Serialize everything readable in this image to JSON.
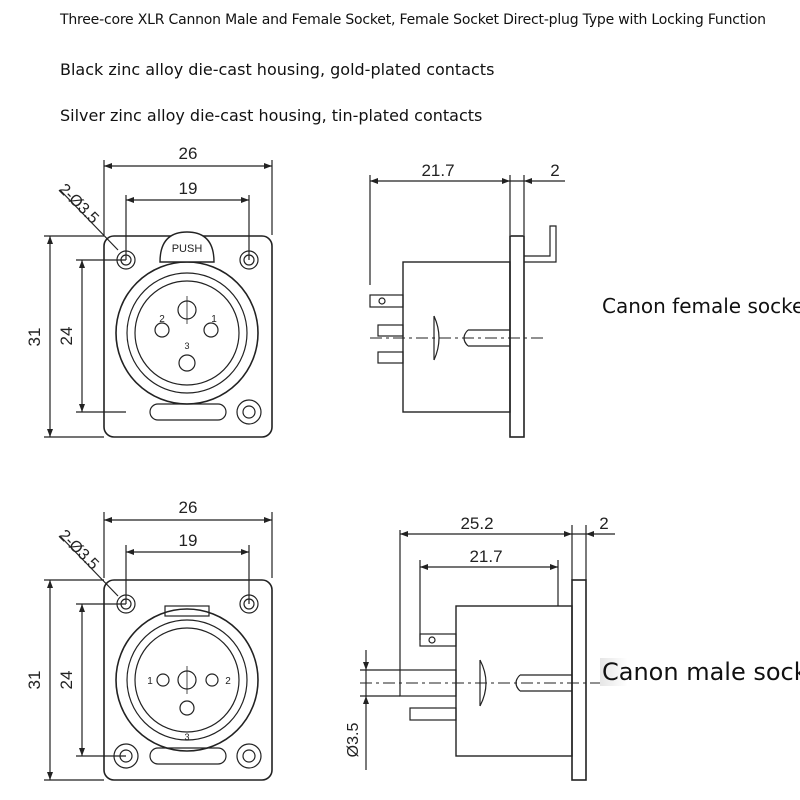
{
  "header": {
    "title": "Three-core XLR Cannon Male and Female Socket, Female Socket Direct-plug Type with Locking Function",
    "spec_black": "Black zinc alloy die-cast housing, gold-plated contacts",
    "spec_silver": "Silver zinc alloy die-cast housing, tin-plated contacts"
  },
  "female": {
    "caption": "Canon female socket",
    "front": {
      "width": "26",
      "hole_span": "19",
      "height": "31",
      "inner": "24",
      "holes": "2-Ø3.5",
      "push": "PUSH",
      "pins": [
        "2",
        "1",
        "3"
      ]
    },
    "side": {
      "length": "21.7",
      "flange": "2"
    }
  },
  "male": {
    "caption": "Canon male socket",
    "front": {
      "width": "26",
      "hole_span": "19",
      "height": "31",
      "inner": "24",
      "holes": "2-Ø3.5",
      "pins": [
        "1",
        "2",
        "3"
      ]
    },
    "side": {
      "total": "25.2",
      "length": "21.7",
      "flange": "2",
      "pin_dia": "Ø3.5"
    }
  }
}
